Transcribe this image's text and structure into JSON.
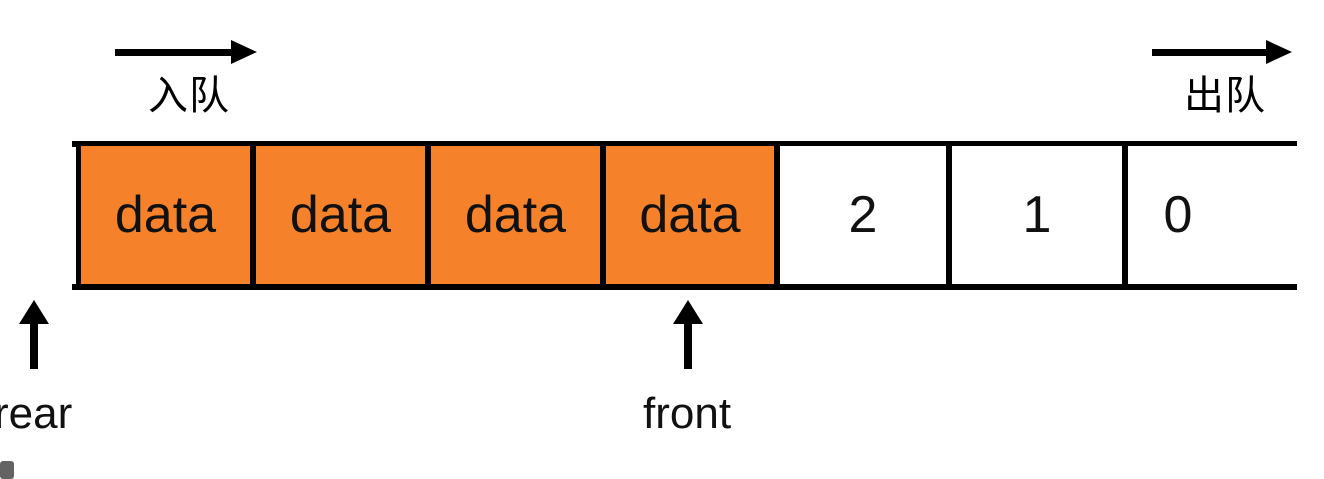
{
  "diagram": {
    "title": "queue-enqueue-dequeue-diagram",
    "orange_fill": "#F5822B",
    "line_color": "#000000",
    "operations": [
      {
        "label": "入队",
        "name": "enqueue",
        "arrow_direction": "right"
      },
      {
        "label": "出队",
        "name": "dequeue",
        "arrow_direction": "right"
      }
    ],
    "cells": [
      {
        "text": "data",
        "state": "filled"
      },
      {
        "text": "data",
        "state": "filled"
      },
      {
        "text": "data",
        "state": "filled"
      },
      {
        "text": "data",
        "state": "filled"
      },
      {
        "text": "2",
        "state": "empty"
      },
      {
        "text": "1",
        "state": "empty"
      },
      {
        "text": "0",
        "state": "empty"
      }
    ],
    "pointers": [
      {
        "label": "rear",
        "name": "rear-pointer"
      },
      {
        "label": "front",
        "name": "front-pointer"
      }
    ]
  }
}
